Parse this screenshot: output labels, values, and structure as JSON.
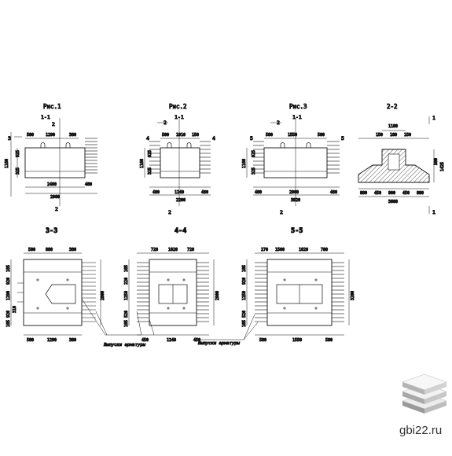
{
  "figures": [
    {
      "title": "Рис.1",
      "section": "1-1",
      "dims_top": [
        "580",
        "1290",
        "380"
      ],
      "dims_bottom": [
        "2480",
        "480"
      ],
      "total": "2960",
      "dims_side": [
        "1160",
        "925",
        "325"
      ],
      "cut_left": "3",
      "cut_right": "",
      "cut_top": "2",
      "cut_bottom": "2"
    },
    {
      "title": "Рис.2",
      "section": "1-1",
      "dims_top": [
        "500",
        "1010",
        "150"
      ],
      "dims_bottom": [
        "480",
        "1240",
        "480"
      ],
      "total": "2200",
      "dims_side": [
        "1160",
        "925",
        "325"
      ],
      "cut_left": "4",
      "cut_right": "4",
      "cut_top": "2",
      "cut_bottom": "2"
    },
    {
      "title": "Рис.3",
      "section": "1-1",
      "dims_top": [
        "580",
        "1550",
        "580"
      ],
      "dims_bottom": [
        "480",
        "2960",
        "480"
      ],
      "total": "3920",
      "dims_side": [
        "1160",
        "925",
        "325"
      ],
      "cut_left": "5",
      "cut_right": "5",
      "cut_top": "2",
      "cut_bottom": "2"
    }
  ],
  "section22": {
    "title": "2-2",
    "dims_top": [
      "1180"
    ],
    "dims_mid": [
      "150",
      "160",
      "150"
    ],
    "dims_bottom": [
      "880",
      "450",
      "900",
      "450",
      "880"
    ],
    "total": "3600",
    "dims_side": [
      "580",
      "1425"
    ],
    "cut": "1"
  },
  "plans": [
    {
      "title": "3-3",
      "dims_top": [
        "580",
        "880",
        "380"
      ],
      "dims_bottom": [
        "580",
        "1290",
        "380"
      ],
      "dims_left": [
        "185",
        "920",
        "1290",
        "310",
        "920",
        "185"
      ],
      "dims_right": "2800"
    },
    {
      "title": "4-4",
      "dims_top": [
        "720",
        "1620",
        "720"
      ],
      "dims_bottom": [
        "450",
        "1240",
        "450"
      ],
      "dims_left": [
        "185",
        "220",
        "1250",
        "520",
        "185"
      ],
      "dims_right": "2900"
    },
    {
      "title": "5-5",
      "dims_top": [
        "270",
        "1500",
        "1620",
        "780"
      ],
      "dims_bottom": [
        "580",
        "1550",
        "580"
      ],
      "dims_left": [
        "185",
        "920",
        "1250",
        "520",
        "185"
      ],
      "dims_right": "3200"
    }
  ],
  "callouts": [
    "Выпуски арматуры",
    "Выпуски арматуры"
  ],
  "watermark": "gbi22.ru",
  "colors": {
    "ink": "#111111",
    "hatch": "#111111",
    "logo_top": "#e6e6e6",
    "logo_side": "#9a9a9a"
  }
}
